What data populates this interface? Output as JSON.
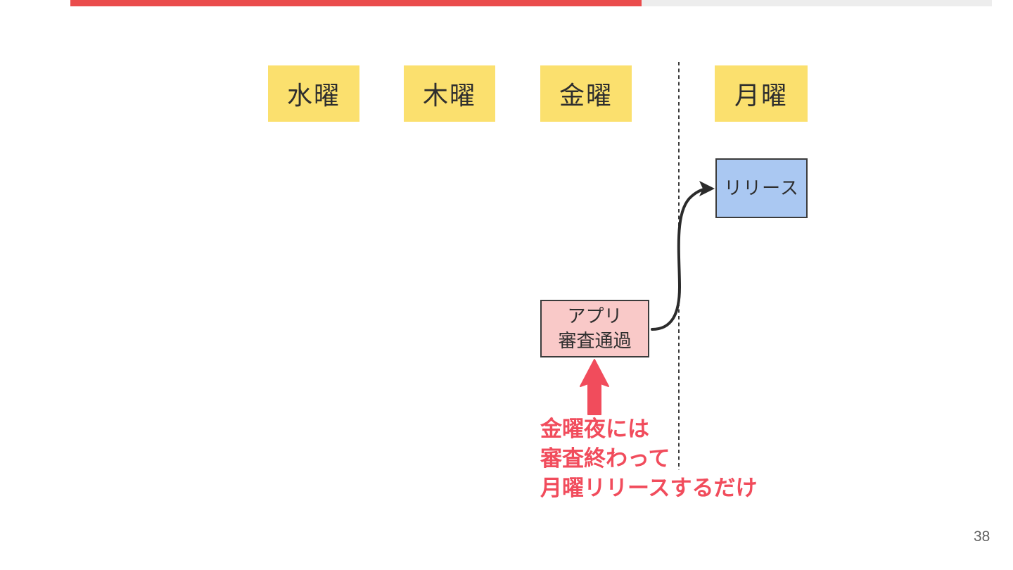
{
  "slide": {
    "page_number": "38",
    "background_color": "#ffffff"
  },
  "progress_bar": {
    "percent_complete": 62,
    "fill_color": "#ea4c4c",
    "track_color": "#ededed"
  },
  "timeline": {
    "day_box_color": "#fbe06e",
    "days": [
      {
        "label": "水曜"
      },
      {
        "label": "木曜"
      },
      {
        "label": "金曜"
      },
      {
        "label": "月曜"
      }
    ]
  },
  "separator": {
    "style": "dashed",
    "color": "#3c3c3c"
  },
  "flow": {
    "review_box": {
      "line1": "アプリ",
      "line2": "審査通過",
      "fill_color": "#f9c9c8",
      "border_color": "#3b3b3b"
    },
    "release_box": {
      "label": "リリース",
      "fill_color": "#aac8f2",
      "border_color": "#3b3b3b"
    },
    "arrow_color": "#2b2b2b"
  },
  "annotation": {
    "color": "#f14c5c",
    "lines": [
      "金曜夜には",
      "審査終わって",
      "月曜リリースするだけ"
    ]
  }
}
